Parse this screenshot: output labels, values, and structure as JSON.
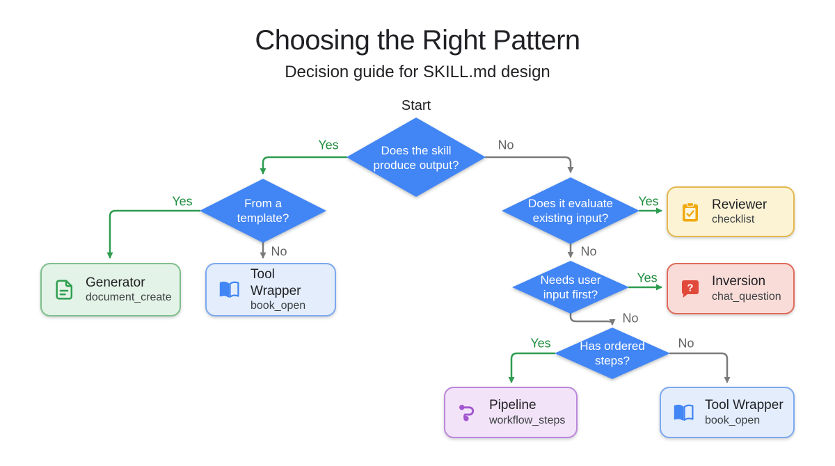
{
  "header": {
    "title": "Choosing the Right Pattern",
    "subtitle": "Decision guide for SKILL.md design"
  },
  "flow": {
    "start_label": "Start",
    "edge_labels": {
      "yes": "Yes",
      "no": "No"
    },
    "decisions": {
      "produce_output": {
        "line1": "Does the skill",
        "line2": "produce output?"
      },
      "from_template": {
        "line1": "From a",
        "line2": "template?"
      },
      "evaluate_input": {
        "line1": "Does it evaluate",
        "line2": "existing input?"
      },
      "user_input": {
        "line1": "Needs user",
        "line2": "input first?"
      },
      "ordered_steps": {
        "line1": "Has ordered",
        "line2": "steps?"
      }
    },
    "patterns": {
      "generator": {
        "name": "Generator",
        "tool": "document_create",
        "icon": "document-icon",
        "theme": "green"
      },
      "tool_wrapper_left": {
        "name": "Tool Wrapper",
        "tool": "book_open",
        "icon": "book-open-icon",
        "theme": "blue"
      },
      "reviewer": {
        "name": "Reviewer",
        "tool": "checklist",
        "icon": "clipboard-check-icon",
        "theme": "yellow"
      },
      "inversion": {
        "name": "Inversion",
        "tool": "chat_question",
        "icon": "chat-question-icon",
        "theme": "red"
      },
      "pipeline": {
        "name": "Pipeline",
        "tool": "workflow_steps",
        "icon": "workflow-icon",
        "theme": "purple"
      },
      "tool_wrapper_right": {
        "name": "Tool Wrapper",
        "tool": "book_open",
        "icon": "book-open-icon",
        "theme": "blue"
      }
    },
    "colors": {
      "decision_fill": "#4285f4",
      "yes_edge": "#2d9c4f",
      "no_edge": "#7a7a7a",
      "green_box": "#e4f3e7",
      "blue_box": "#e3edfc",
      "yellow_box": "#fcf3d4",
      "red_box": "#f9dcd8",
      "purple_box": "#f2e3f8"
    }
  }
}
